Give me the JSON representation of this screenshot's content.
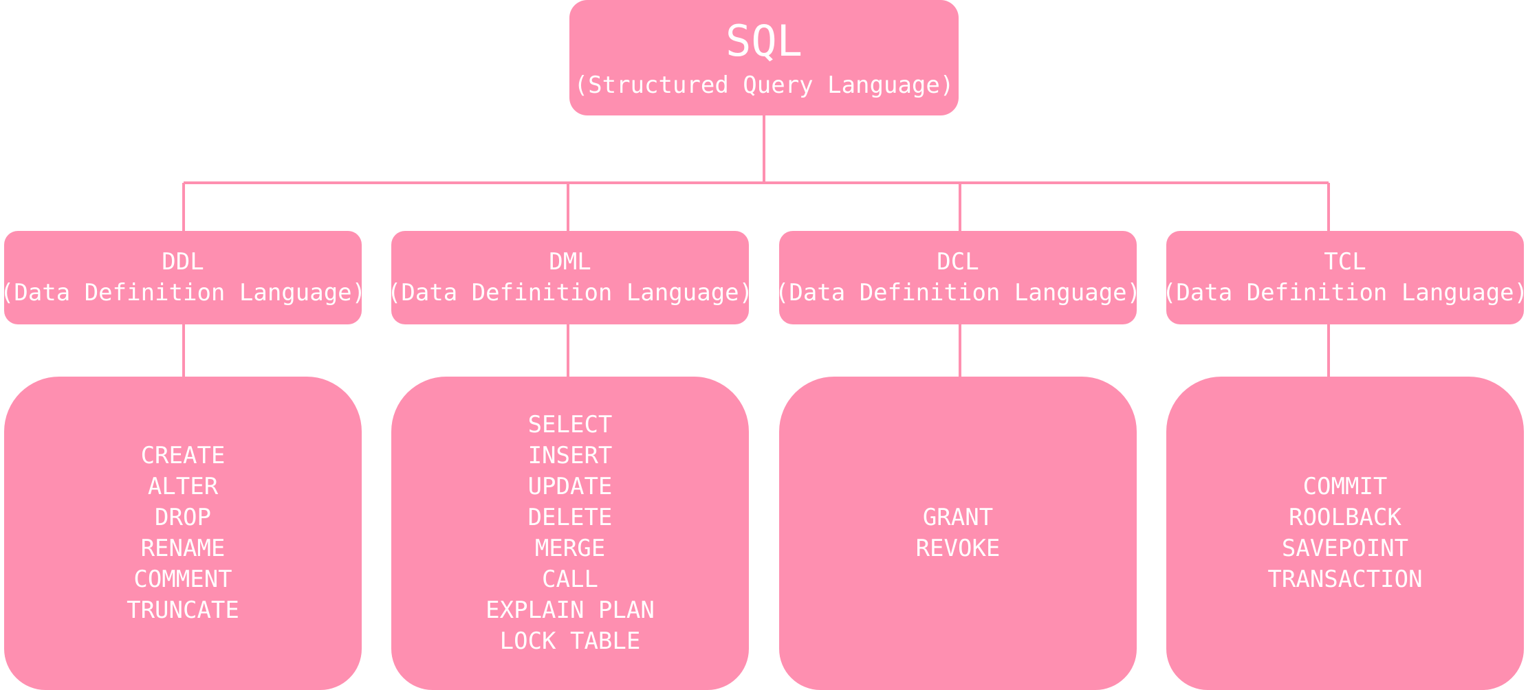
{
  "colors": {
    "box": "#fe8fb0",
    "line": "#fe8fb0",
    "text": "#ffffff"
  },
  "root": {
    "title": "SQL",
    "subtitle": "(Structured Query Language)"
  },
  "categories": [
    {
      "abbr": "DDL",
      "full": "(Data Definition Language)",
      "commands": [
        "CREATE",
        "ALTER",
        "DROP",
        "RENAME",
        "COMMENT",
        "TRUNCATE"
      ]
    },
    {
      "abbr": "DML",
      "full": "(Data Definition Language)",
      "commands": [
        "SELECT",
        "INSERT",
        "UPDATE",
        "DELETE",
        "MERGE",
        "CALL",
        "EXPLAIN PLAN",
        "LOCK TABLE"
      ]
    },
    {
      "abbr": "DCL",
      "full": "(Data Definition Language)",
      "commands": [
        "GRANT",
        "REVOKE"
      ]
    },
    {
      "abbr": "TCL",
      "full": "(Data Definition Language)",
      "commands": [
        "COMMIT",
        "ROOLBACK",
        "SAVEPOINT",
        "TRANSACTION"
      ]
    }
  ]
}
